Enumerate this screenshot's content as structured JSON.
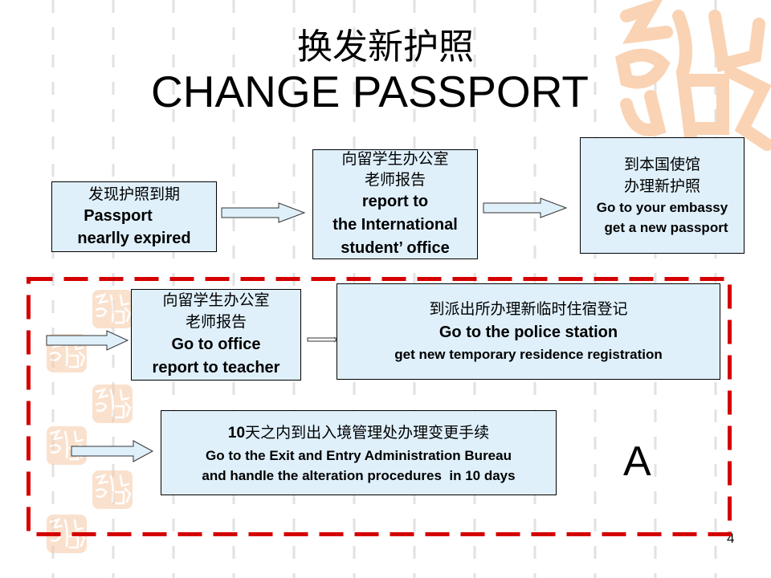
{
  "slide": {
    "title_zh": "换发新护照",
    "title_en": "CHANGE PASSPORT",
    "page_number": "4",
    "section_label": "A",
    "colors": {
      "box_fill": "#dff0fb",
      "frame_dash": "#d40000",
      "seal": "#f7c9a6",
      "grid": "#e2e2e2"
    }
  },
  "flow_top": [
    {
      "zh": "发现护照到期",
      "en_lines": [
        "Passport",
        "nearlly expired"
      ]
    },
    {
      "zh_lines": [
        "向留学生办公室",
        "老师报告"
      ],
      "en_lines": [
        "report to",
        "the International",
        "student’ office"
      ]
    },
    {
      "zh_lines": [
        "到本国使馆",
        "办理新护照"
      ],
      "en_lines": [
        "Go to your embassy",
        "get a new passport"
      ]
    }
  ],
  "flow_bottom": [
    {
      "zh_lines": [
        "向留学生办公室",
        "老师报告"
      ],
      "en_lines": [
        "Go to office",
        "report to teacher"
      ]
    },
    {
      "zh": "到派出所办理新临时住宿登记",
      "en_lines": [
        "Go to the police station",
        "get new temporary residence registration"
      ]
    },
    {
      "zh_prefix": "10",
      "zh": "天之内到出入境管理处办理变更手续",
      "en_lines": [
        "Go to the Exit and Entry Administration Bureau",
        "and handle the alteration procedures  in 10 days"
      ]
    }
  ],
  "decor": {
    "background_icon": "seal-stamp-icon",
    "arrow_icon": "block-arrow-right-icon"
  }
}
